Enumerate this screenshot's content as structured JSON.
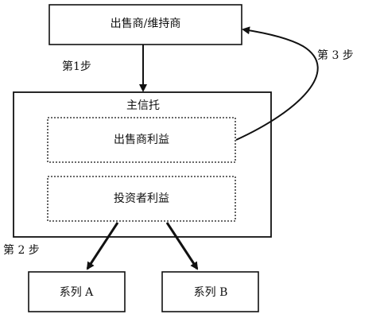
{
  "diagram": {
    "nodes": {
      "seller_servicer": "出售商/维持商",
      "master_trust": "主信托",
      "seller_interest": "出售商利益",
      "investor_interest": "投资者利益",
      "series_a": "系列 A",
      "series_b": "系列 B"
    },
    "steps": {
      "step_1": "第1步",
      "step_2": "第 2 步",
      "step_3": "第 3 步"
    }
  }
}
